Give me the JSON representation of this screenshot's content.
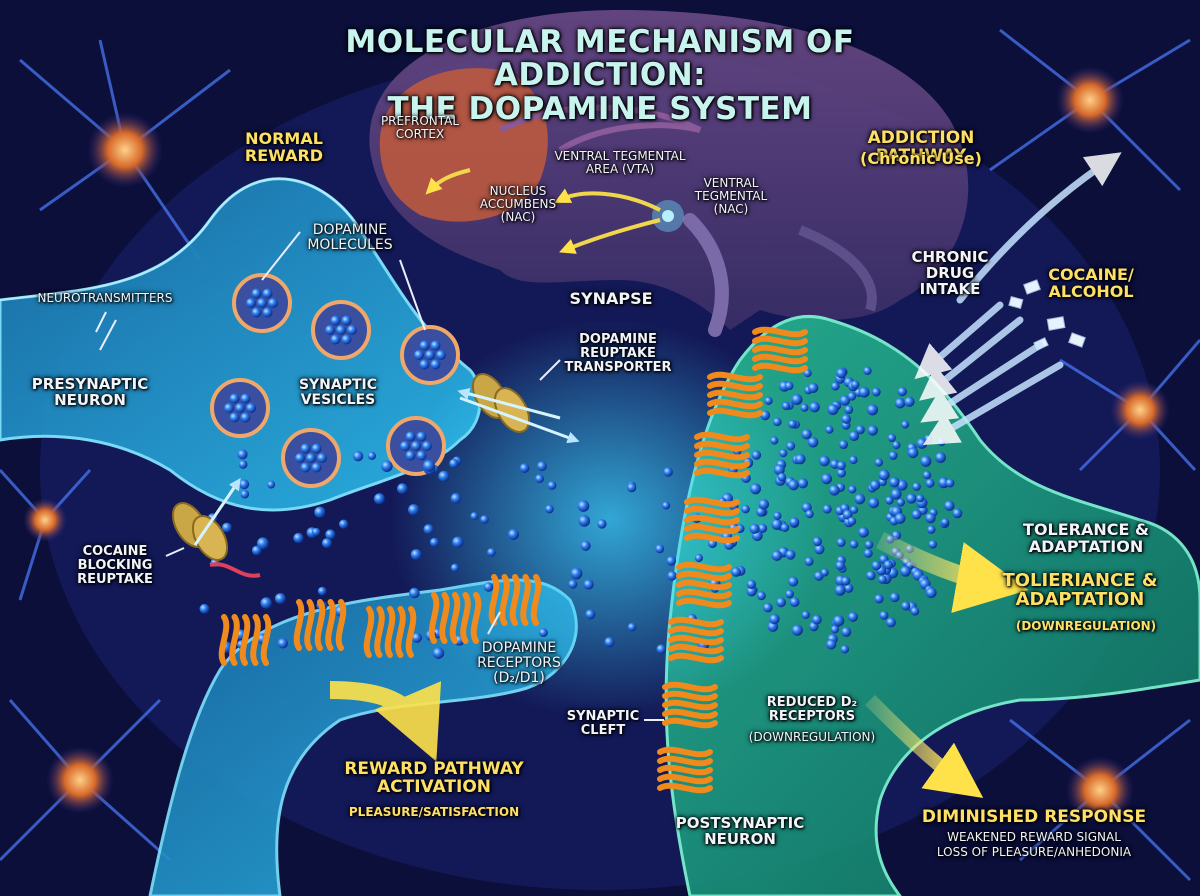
{
  "title": {
    "line1": "MOLECULAR MECHANISM OF ADDICTION:",
    "line2": "THE DOPAMINE SYSTEM"
  },
  "brain": {
    "prefrontal_cortex": "PREFRONTAL CORTEX",
    "vta": "VENTRAL TEGMENTAL AREA (VTA)",
    "nucleus_accumbens": "NUCLEUS ACCUMBENS (NAc)",
    "ventral_tegmental_nac": "VENTRAL TEGMENTAL (NAc)"
  },
  "labels": {
    "normal_reward": "NORMAL REWARD",
    "addiction_pathway": "ADDICTION PATHWAY",
    "chronic_use": "(Chronic Use)",
    "dopamine_molecules": "DOPAMINE MOLECULES",
    "neurotransmitters": "NEUROTRANSMITTERS",
    "presynaptic_neuron": "PRESYNAPTIC NEURON",
    "synaptic_vesicles": "SYNAPTIC VESICLES",
    "synapse": "SYNAPSE",
    "dopamine_reuptake_transporter": "DOPAMINE REUPTAKE TRANSPORTER",
    "chronic_drug_intake": "CHRONIC DRUG INTAKE",
    "cocaine_alcohol": "COCAINE/ ALCOHOL",
    "cocaine_blocking_reuptake": "COCAINE BLOCKING REUPTAKE",
    "dopamine_receptors": "DOPAMINE RECEPTORS (D₂/D1)",
    "reward_pathway_activation": "REWARD PATHWAY ACTIVATION",
    "pleasure_satisfaction": "PLEASURE/SATISFACTION",
    "synaptic_cleft": "SYNAPTIC CLEFT",
    "reduced_d2_receptors": "REDUCED D₂ RECEPTORS",
    "reduced_downregulation": "(DOWNREGULATION)",
    "tolerance_adaptation_small": "TOLERANCE & ADAPTATION",
    "tolerance_adaptation_big": "TOLIERIANCE & ADAPTATION",
    "tolerance_downregulation": "(DOWNREGULATION)",
    "postsynaptic_neuron": "POSTSYNAPTIC NEURON",
    "diminished_response": "DIMINISHED RESPONSE",
    "weakened_reward_signal": "WEAKENED REWARD SIGNAL",
    "loss_of_pleasure": "LOSS OF PLEASURE/ANHEDONIA"
  },
  "colors": {
    "background": "#0b0f3a",
    "presynaptic": "#1f8fc4",
    "postsynaptic": "#1e9c7c",
    "dopamine": "#2f7ff0",
    "receptor": "#f08a1c",
    "highlight_text": "#ffe066",
    "title_text": "#c8f4f0",
    "arrow": "#f5df5a"
  }
}
